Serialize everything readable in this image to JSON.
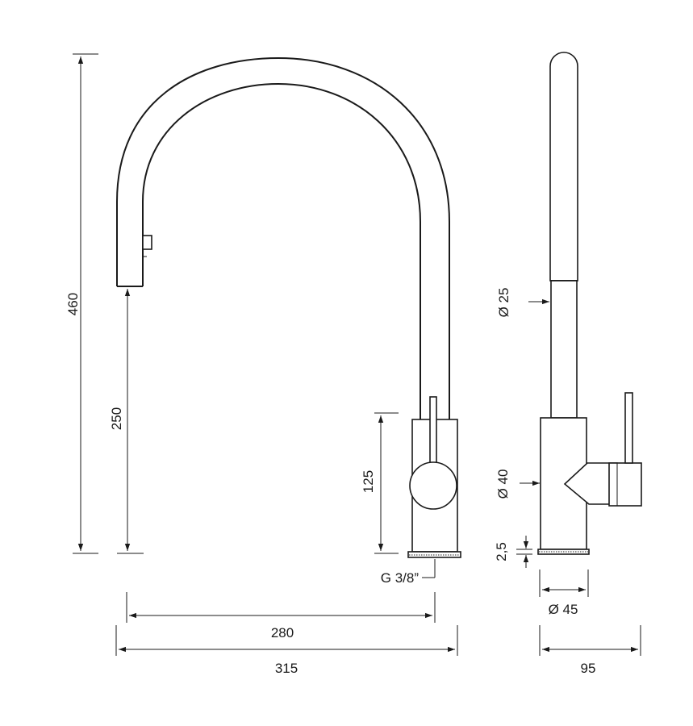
{
  "dimensions": {
    "overall_height": "460",
    "spout_height": "250",
    "body_height": "125",
    "connection_thread": "G 3/8”",
    "spout_reach": "280",
    "overall_depth": "315",
    "spout_diameter": "Ø 25",
    "body_diameter": "Ø 40",
    "base_thickness": "2,5",
    "base_diameter": "Ø 45",
    "side_depth": "95"
  }
}
